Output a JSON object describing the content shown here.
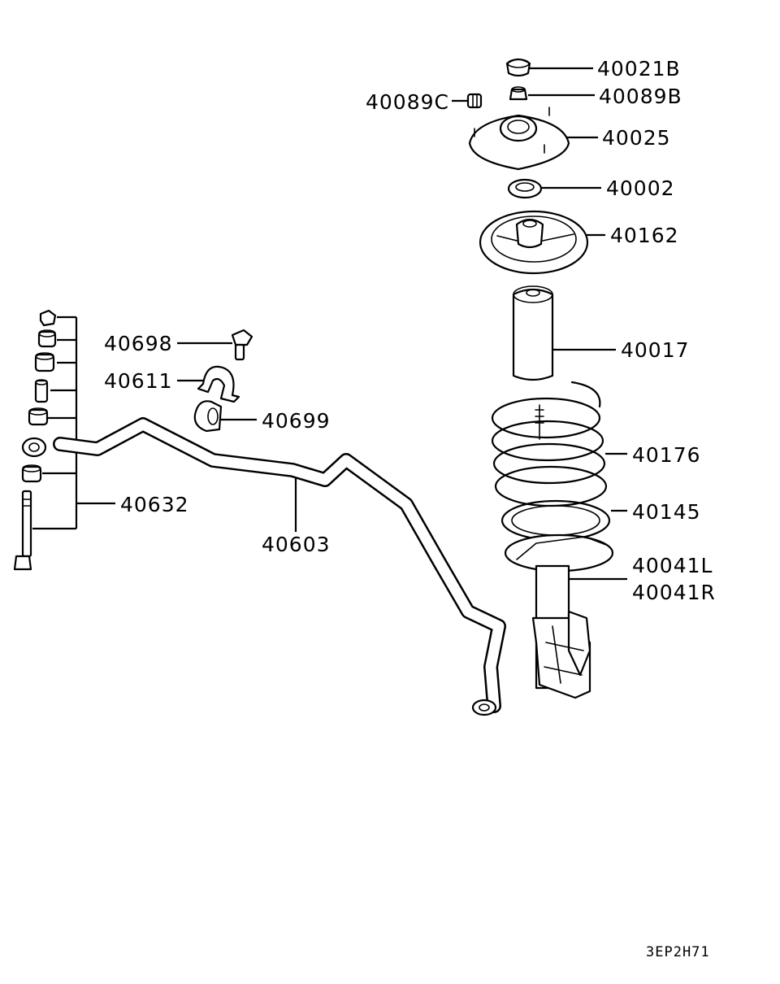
{
  "parts": {
    "p40021B": "40021B",
    "p40089B": "40089B",
    "p40089C": "40089C",
    "p40025": "40025",
    "p40002": "40002",
    "p40162": "40162",
    "p40017": "40017",
    "p40176": "40176",
    "p40145": "40145",
    "p40041L": "40041L",
    "p40041R": "40041R",
    "p40698": "40698",
    "p40611": "40611",
    "p40699": "40699",
    "p40632": "40632",
    "p40603": "40603"
  },
  "diagram_code": "3EP2H71"
}
